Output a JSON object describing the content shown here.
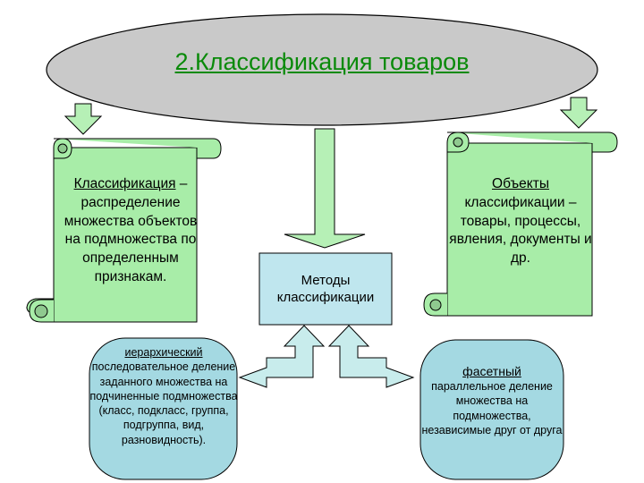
{
  "title": "2.Классификация товаров",
  "left_box": {
    "term": "Классификация",
    "definition": " – распределение множества объектов на подмножества по определенным признакам."
  },
  "right_box": {
    "term": "Объекты",
    "text": " классификации – товары, процессы, явления, документы и др."
  },
  "center_box": {
    "line1": "Методы",
    "line2": "классификации"
  },
  "hierarchical": {
    "term": "иерархический",
    "text": "последовательное деление заданного множества на подчиненные подмножества (класс, подкласс, группа, подгруппа, вид, разновидность)."
  },
  "faceted": {
    "term": "фасетный",
    "text": "параллельное деление множества на подмножества, независимые друг от друга"
  },
  "colors": {
    "title_green": "#0a8a0a",
    "ellipse_fill": "#c9c9c9",
    "scroll_green": "#a8eda8",
    "methods_blue": "#bfe6ee",
    "oval_blue": "#a4d9e2",
    "arrow_green": "#b6f0b6",
    "arrow_light": "#c8ecec"
  }
}
